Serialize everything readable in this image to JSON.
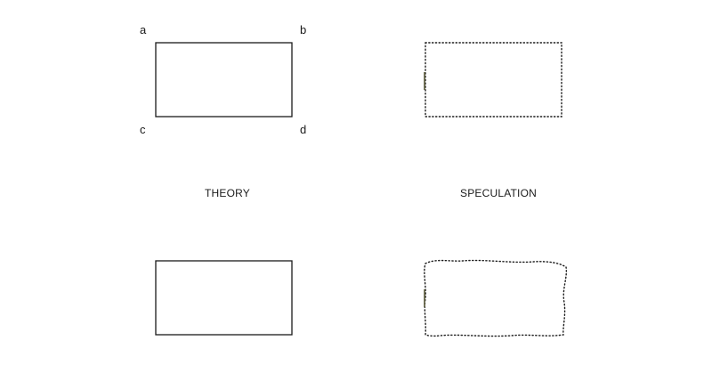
{
  "labels": {
    "corner_a": "a",
    "corner_b": "b",
    "corner_c": "c",
    "corner_d": "d"
  },
  "captions": {
    "theory": "THEORY",
    "speculation": "SPECULATION"
  },
  "colors": {
    "line": "#1a1a1a",
    "accent_mark": "#5a5a3a",
    "background": "#ffffff"
  }
}
